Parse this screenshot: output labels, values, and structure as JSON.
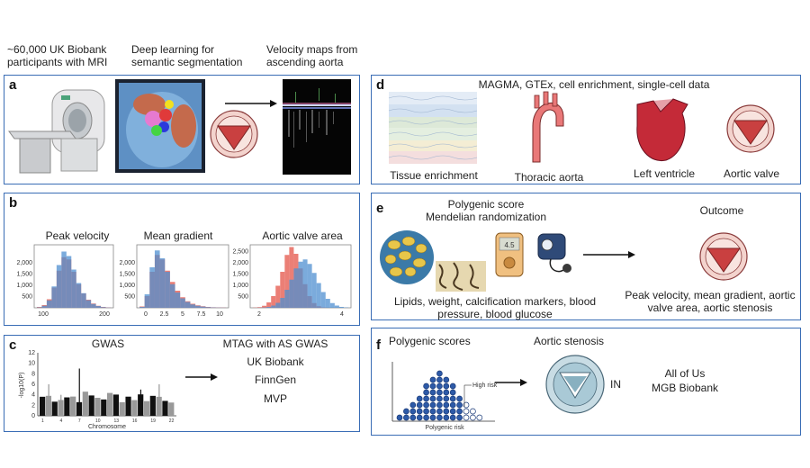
{
  "header": {
    "col1": "~60,000 UK Biobank\nparticipants with MRI",
    "col2": "Deep learning for\nsemantic segmentation",
    "col3": "Velocity maps from\nascending aorta"
  },
  "panels": {
    "a": {
      "label": "a"
    },
    "b": {
      "label": "b",
      "hist1_title": "Peak velocity",
      "hist2_title": "Mean gradient",
      "hist3_title": "Aortic valve area"
    },
    "c": {
      "label": "c",
      "gwas_title": "GWAS",
      "ylabel": "-log10(P)",
      "xlabel": "Chromosome",
      "mtag_title": "MTAG with AS GWAS",
      "cohorts": [
        "UK Biobank",
        "FinnGen",
        "MVP"
      ]
    },
    "d": {
      "label": "d",
      "title": "MAGMA, GTEx, cell enrichment, single-cell data",
      "items": [
        "Tissue enrichment",
        "Thoracic aorta",
        "Left ventricle",
        "Aortic valve"
      ]
    },
    "e": {
      "label": "e",
      "title_line1": "Polygenic score",
      "title_line2": "Mendelian randomization",
      "meter_value": "4.5",
      "exposures": "Lipids, weight, calcification markers, blood\npressure, blood glucose",
      "outcome_title": "Outcome",
      "outcomes": "Peak velocity, mean gradient, aortic\nvalve area, aortic stenosis"
    },
    "f": {
      "label": "f",
      "title": "Polygenic scores",
      "high_risk": "High risk",
      "xlabel": "Polygenic risk",
      "as_title": "Aortic stenosis",
      "in_label": "IN",
      "cohorts": [
        "All of Us",
        "MGB Biobank"
      ]
    }
  },
  "colors": {
    "panel_border": "#3a6db5",
    "hist_blue": "#4f8fd0",
    "hist_red": "#e8695e",
    "valve_red": "#c94040",
    "aorta_pink": "#e97878"
  },
  "chart_data": [
    {
      "type": "bar",
      "title": "Peak velocity",
      "yticks": [
        500,
        1000,
        1500,
        2000
      ],
      "xticks": [
        100,
        200
      ],
      "series": [
        {
          "values": [
            40,
            120,
            380,
            900,
            1650,
            2250,
            2150,
            1600,
            1050,
            640,
            360,
            190,
            90,
            40,
            15
          ]
        },
        {
          "values": [
            20,
            90,
            330,
            950,
            1900,
            2500,
            2300,
            1700,
            1100,
            650,
            340,
            170,
            80,
            30,
            10
          ]
        }
      ]
    },
    {
      "type": "bar",
      "title": "Mean gradient",
      "yticks": [
        500,
        1000,
        1500,
        2000
      ],
      "xticks": [
        0,
        2.5,
        5.0,
        7.5,
        10.0
      ],
      "series": [
        {
          "values": [
            60,
            520,
            1600,
            2350,
            2150,
            1650,
            1150,
            760,
            470,
            290,
            180,
            110,
            70,
            40,
            25,
            15,
            10
          ]
        },
        {
          "values": [
            40,
            600,
            1800,
            2550,
            2200,
            1600,
            1050,
            680,
            420,
            260,
            150,
            90,
            55,
            30,
            18,
            10,
            6
          ]
        }
      ]
    },
    {
      "type": "bar",
      "title": "Aortic valve area",
      "yticks": [
        500,
        1000,
        1500,
        2000,
        2500
      ],
      "xticks": [
        2,
        4
      ],
      "series": [
        {
          "values": [
            10,
            30,
            90,
            240,
            520,
            980,
            1600,
            2350,
            2700,
            2400,
            1750,
            1050,
            520,
            210,
            70,
            20,
            5,
            0,
            0,
            0,
            0
          ]
        },
        {
          "values": [
            0,
            5,
            15,
            40,
            100,
            220,
            440,
            800,
            1250,
            1750,
            2050,
            2150,
            1950,
            1550,
            1100,
            700,
            400,
            210,
            100,
            40,
            15
          ]
        }
      ]
    }
  ]
}
